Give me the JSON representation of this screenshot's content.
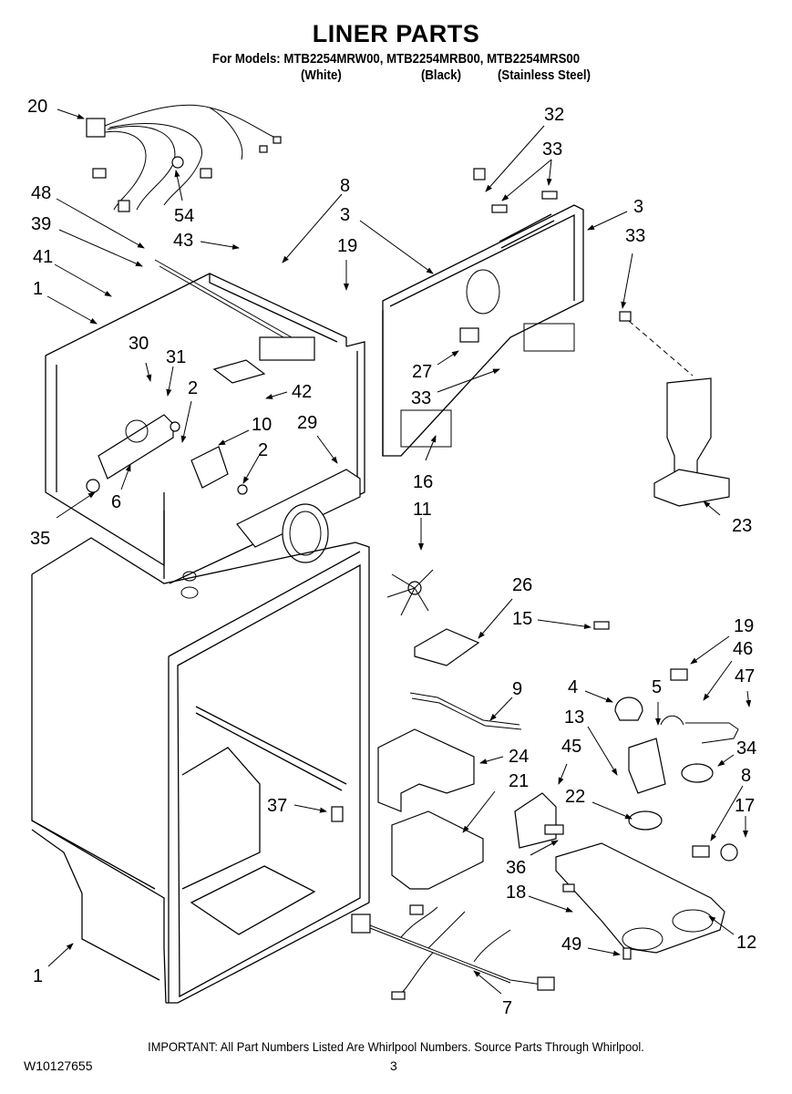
{
  "header": {
    "title": "LINER PARTS",
    "models_line": "For Models: MTB2254MRW00, MTB2254MRB00, MTB2254MRS00",
    "variants": [
      "(White)",
      "(Black)",
      "(Stainless Steel)"
    ]
  },
  "callouts": [
    {
      "label": "20",
      "part": "main-wire-harness"
    },
    {
      "label": "54",
      "part": "grommet"
    },
    {
      "label": "48",
      "part": "clip"
    },
    {
      "label": "39",
      "part": "light-housing-connector"
    },
    {
      "label": "41",
      "part": "wire-clip"
    },
    {
      "label": "1",
      "part": "freezer-liner-top"
    },
    {
      "label": "8",
      "part": "lamp-socket-upper"
    },
    {
      "label": "3",
      "part": "gasket-left"
    },
    {
      "label": "43",
      "part": "light-bulb-upper"
    },
    {
      "label": "19",
      "part": "bracket-upper"
    },
    {
      "label": "32",
      "part": "spacer"
    },
    {
      "label": "33",
      "part": "screw-pair"
    },
    {
      "label": "3",
      "part": "gasket-right"
    },
    {
      "label": "33",
      "part": "screw-right"
    },
    {
      "label": "30",
      "part": "clip-30"
    },
    {
      "label": "31",
      "part": "control-housing"
    },
    {
      "label": "2",
      "part": "knob-upper"
    },
    {
      "label": "42",
      "part": "bracket-42"
    },
    {
      "label": "10",
      "part": "thermostat"
    },
    {
      "label": "29",
      "part": "fan-shroud"
    },
    {
      "label": "2",
      "part": "knob-lower"
    },
    {
      "label": "6",
      "part": "screw-6"
    },
    {
      "label": "35",
      "part": "plug"
    },
    {
      "label": "27",
      "part": "evaporator-cover-clip"
    },
    {
      "label": "33",
      "part": "screw-center"
    },
    {
      "label": "16",
      "part": "evaporator-cover"
    },
    {
      "label": "11",
      "part": "fan-blade"
    },
    {
      "label": "23",
      "part": "air-duct"
    },
    {
      "label": "26",
      "part": "control-cover"
    },
    {
      "label": "15",
      "part": "clip-15"
    },
    {
      "label": "19",
      "part": "bracket-lower"
    },
    {
      "label": "46",
      "part": "switch-actuator"
    },
    {
      "label": "47",
      "part": "spring"
    },
    {
      "label": "9",
      "part": "heater-strip"
    },
    {
      "label": "4",
      "part": "damper-control"
    },
    {
      "label": "5",
      "part": "tube"
    },
    {
      "label": "13",
      "part": "damper-bracket"
    },
    {
      "label": "34",
      "part": "knob-cup-34"
    },
    {
      "label": "24",
      "part": "crisper-cover-24"
    },
    {
      "label": "45",
      "part": "insulation-panel"
    },
    {
      "label": "8",
      "part": "lamp-socket-lower"
    },
    {
      "label": "21",
      "part": "crisper-cover-21"
    },
    {
      "label": "22",
      "part": "knob-cup-22"
    },
    {
      "label": "17",
      "part": "light-bulb-lower"
    },
    {
      "label": "37",
      "part": "drain-plug"
    },
    {
      "label": "36",
      "part": "label-36"
    },
    {
      "label": "18",
      "part": "light-bulb-small"
    },
    {
      "label": "12",
      "part": "control-housing-lower"
    },
    {
      "label": "49",
      "part": "screw-49"
    },
    {
      "label": "1",
      "part": "fresh-food-liner"
    },
    {
      "label": "7",
      "part": "lower-wire-harness"
    }
  ],
  "footer": {
    "note": "IMPORTANT: All Part Numbers Listed Are Whirlpool Numbers. Source Parts Through Whirlpool.",
    "doc_number": "W10127655",
    "page_number": "3"
  }
}
